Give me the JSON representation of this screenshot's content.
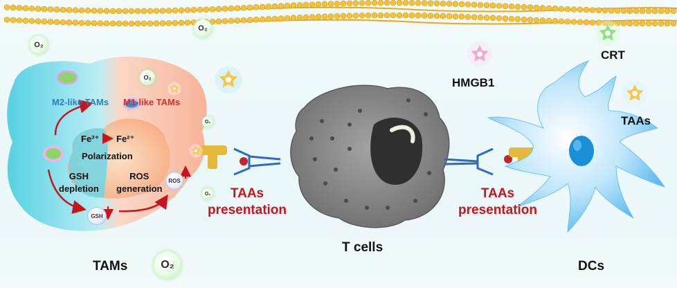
{
  "labels": {
    "tams": "TAMs",
    "t_cells": "T cells",
    "dcs": "DCs",
    "crt": "CRT",
    "hmgb1": "HMGB1",
    "taas": "TAAs",
    "m2_tams": "M2-like TAMs",
    "m1_tams": "M1-like TAMs",
    "fe3": "Fe³⁺",
    "fe2": "Fe²⁺",
    "polarization": "Polarization",
    "gsh_depletion": "GSH\ndepletion",
    "ros_generation": "ROS\ngeneration",
    "ros_badge": "ROS",
    "gsh_badge": "GSH",
    "presentation_left": "TAAs\npresentation",
    "presentation_right": "TAAs\npresentation",
    "o2": "O₂"
  },
  "colors": {
    "m2_cell": "#5fd4e4",
    "m1_cell": "#f6b49a",
    "t_cell": "#8e8e8e",
    "dc": "#7cc8ef",
    "membrane_head": "#f2c23a",
    "arrow": "#c8141c",
    "text_red": "#c8141c"
  }
}
